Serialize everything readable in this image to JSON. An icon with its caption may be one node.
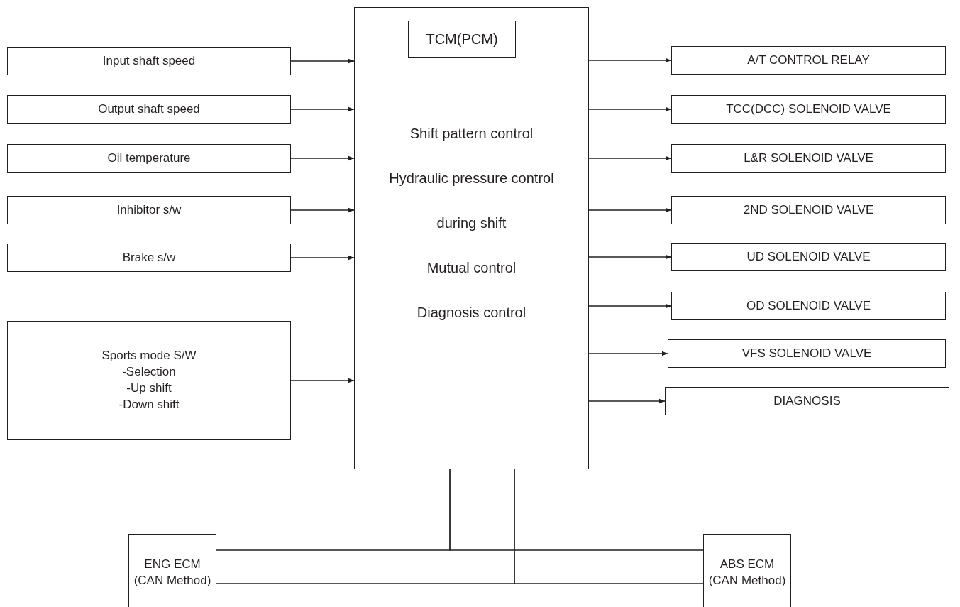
{
  "diagram": {
    "nodes": [
      {
        "text": [
          "Shift pattern control",
          "Hydraulic pressure control during shift",
          "Mutual control",
          "Diagnosis control"
        ]
      },
      {
        "text": [
          "TCM(PCM)"
        ],
        "in": 0
      },
      {
        "text": [
          "Input shaft speed"
        ]
      },
      {
        "text": [
          "Output shaft speed"
        ]
      },
      {
        "text": [
          "Oil temperature"
        ]
      },
      {
        "text": [
          "Inhibitor s/w"
        ]
      },
      {
        "text": [
          "Brake s/w"
        ]
      },
      {
        "text": [
          "Sports mode S/W",
          "-Selection",
          "-Up shift",
          "-Down shift"
        ]
      },
      {
        "text": [
          "A/T CONTROL RELAY"
        ]
      },
      {
        "text": [
          "TCC(DCC) SOLENOID VALVE"
        ]
      },
      {
        "text": [
          "L&R SOLENOID VALVE"
        ]
      },
      {
        "text": [
          "2ND SOLENOID VALVE"
        ]
      },
      {
        "text": [
          "UD SOLENOID VALVE"
        ]
      },
      {
        "text": [
          "OD SOLENOID VALVE"
        ]
      },
      {
        "text": [
          "VFS SOLENOID VALVE"
        ]
      },
      {
        "text": [
          "DIAGNOSIS"
        ]
      },
      {
        "text": [
          "ENG ECM",
          "(CAN Method)"
        ]
      },
      {
        "text": [
          "ABS ECM",
          "(CAN Method)"
        ]
      }
    ],
    "edges": [
      {
        "from": 2,
        "to": 0,
        "arrow": "to"
      },
      {
        "from": 3,
        "to": 0,
        "arrow": "to"
      },
      {
        "from": 4,
        "to": 0,
        "arrow": "to"
      },
      {
        "from": 5,
        "to": 0,
        "arrow": "to"
      },
      {
        "from": 6,
        "to": 0,
        "arrow": "to"
      },
      {
        "from": 7,
        "to": 0,
        "arrow": "to"
      },
      {
        "from": 0,
        "to": 8,
        "arrow": "to"
      },
      {
        "from": 0,
        "to": 9,
        "arrow": "to"
      },
      {
        "from": 0,
        "to": 10,
        "arrow": "to"
      },
      {
        "from": 0,
        "to": 11,
        "arrow": "to"
      },
      {
        "from": 0,
        "to": 12,
        "arrow": "to"
      },
      {
        "from": 0,
        "to": 13,
        "arrow": "to"
      },
      {
        "from": 0,
        "to": 14,
        "arrow": "to"
      },
      {
        "from": 0,
        "to": 15,
        "arrow": "to"
      },
      {
        "from": 0,
        "to": 16,
        "arrow": "none"
      },
      {
        "from": 0,
        "to": 17,
        "arrow": "none"
      },
      {
        "from": 0,
        "to": 16,
        "arrow": "none"
      },
      {
        "from": 0,
        "to": 17,
        "arrow": "none"
      }
    ]
  }
}
